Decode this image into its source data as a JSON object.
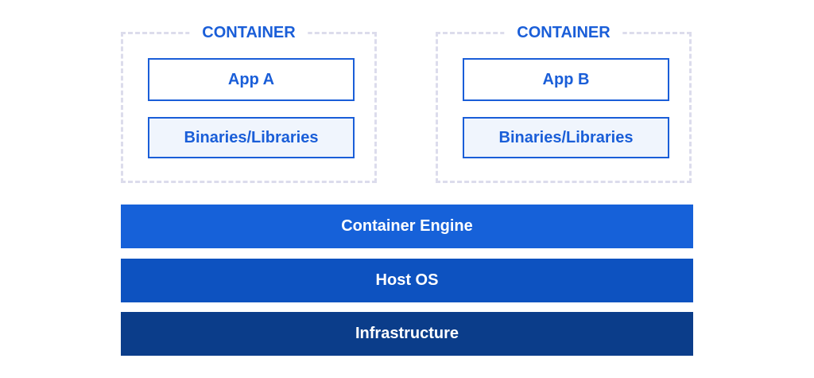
{
  "containers": [
    {
      "label": "CONTAINER",
      "app": "App A",
      "libraries": "Binaries/Libraries"
    },
    {
      "label": "CONTAINER",
      "app": "App B",
      "libraries": "Binaries/Libraries"
    }
  ],
  "layers": [
    {
      "label": "Container Engine",
      "color": "#1661d9"
    },
    {
      "label": "Host OS",
      "color": "#0d52c0"
    },
    {
      "label": "Infrastructure",
      "color": "#0b3d8a"
    }
  ],
  "colors": {
    "accent": "#1a5ed8",
    "dashed_border": "#dcdcec",
    "library_fill": "#f0f5fd"
  }
}
